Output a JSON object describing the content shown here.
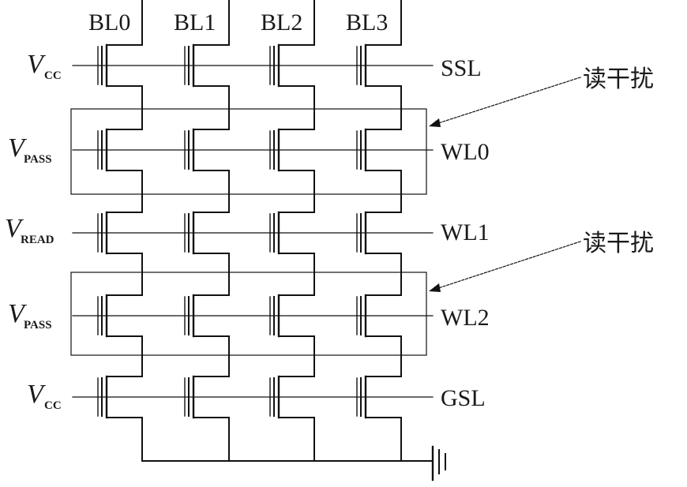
{
  "bit_lines": [
    "BL0",
    "BL1",
    "BL2",
    "BL3"
  ],
  "rows": [
    {
      "id": "ssl",
      "v_main": "V",
      "v_sub": "CC",
      "line": "SSL"
    },
    {
      "id": "wl0",
      "v_main": "V",
      "v_sub": "PASS",
      "line": "WL0"
    },
    {
      "id": "wl1",
      "v_main": "V",
      "v_sub": "READ",
      "line": "WL1"
    },
    {
      "id": "wl2",
      "v_main": "V",
      "v_sub": "PASS",
      "line": "WL2"
    },
    {
      "id": "gsl",
      "v_main": "V",
      "v_sub": "CC",
      "line": "GSL"
    }
  ],
  "annotations": [
    "读干扰",
    "读干扰"
  ]
}
